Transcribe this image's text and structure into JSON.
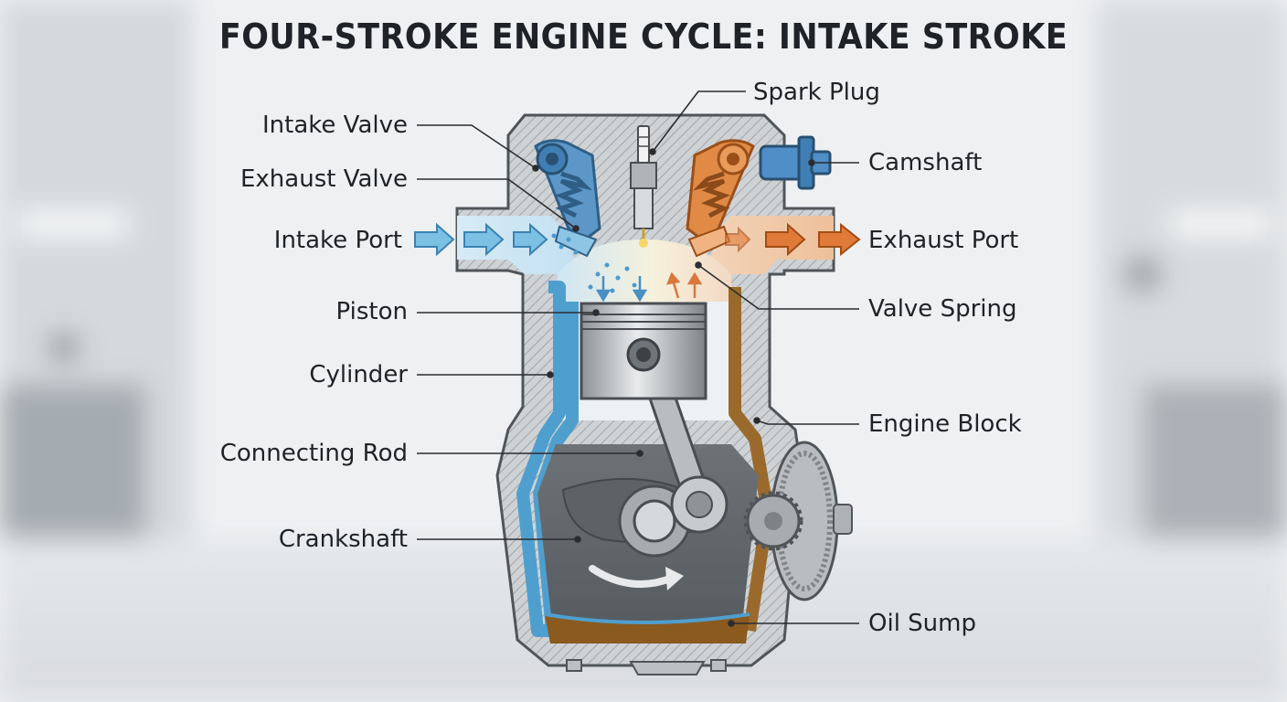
{
  "title": "FOUR-STROKE ENGINE CYCLE: INTAKE STROKE",
  "labels": {
    "left": [
      "Intake Valve",
      "Exhaust Valve",
      "Intake Port",
      "Piston",
      "Cylinder",
      "Connecting Rod",
      "Crankshaft"
    ],
    "right": [
      "Spark Plug",
      "Camshaft",
      "Exhaust Port",
      "Valve Spring",
      "Engine Block",
      "Oil Sump"
    ]
  },
  "colors": {
    "intake": "#6fb3d8",
    "exhaust": "#d9783a",
    "metal": "#9a9ea3",
    "block": "#c9cccf",
    "coolant": "#4f9fce",
    "oil": "#8a5a1e"
  }
}
